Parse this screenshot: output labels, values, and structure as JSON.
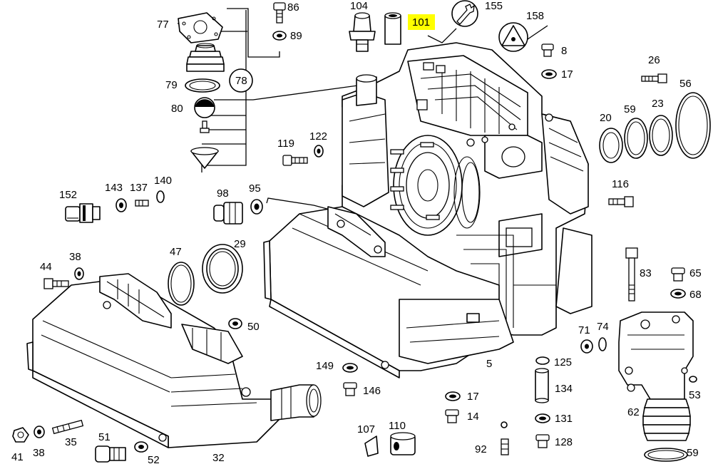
{
  "highlight_color": "#ffff00",
  "callouts": [
    {
      "id": "86",
      "label": "86"
    },
    {
      "id": "104",
      "label": "104"
    },
    {
      "id": "155",
      "label": "155"
    },
    {
      "id": "158",
      "label": "158"
    },
    {
      "id": "77",
      "label": "77"
    },
    {
      "id": "89",
      "label": "89"
    },
    {
      "id": "101",
      "label": "101",
      "highlighted": true
    },
    {
      "id": "8",
      "label": "8"
    },
    {
      "id": "17a",
      "label": "17"
    },
    {
      "id": "26",
      "label": "26"
    },
    {
      "id": "56",
      "label": "56"
    },
    {
      "id": "79",
      "label": "79"
    },
    {
      "id": "78",
      "label": "78",
      "circled": true
    },
    {
      "id": "80",
      "label": "80"
    },
    {
      "id": "20",
      "label": "20"
    },
    {
      "id": "59a",
      "label": "59"
    },
    {
      "id": "23",
      "label": "23"
    },
    {
      "id": "119",
      "label": "119"
    },
    {
      "id": "122",
      "label": "122"
    },
    {
      "id": "143",
      "label": "143"
    },
    {
      "id": "137",
      "label": "137"
    },
    {
      "id": "140",
      "label": "140"
    },
    {
      "id": "116",
      "label": "116"
    },
    {
      "id": "152",
      "label": "152"
    },
    {
      "id": "98",
      "label": "98"
    },
    {
      "id": "95",
      "label": "95"
    },
    {
      "id": "47",
      "label": "47"
    },
    {
      "id": "29",
      "label": "29"
    },
    {
      "id": "83",
      "label": "83"
    },
    {
      "id": "65",
      "label": "65"
    },
    {
      "id": "68",
      "label": "68"
    },
    {
      "id": "44",
      "label": "44"
    },
    {
      "id": "38a",
      "label": "38"
    },
    {
      "id": "50",
      "label": "50"
    },
    {
      "id": "71",
      "label": "71"
    },
    {
      "id": "74",
      "label": "74"
    },
    {
      "id": "5",
      "label": "5"
    },
    {
      "id": "149",
      "label": "149"
    },
    {
      "id": "146",
      "label": "146"
    },
    {
      "id": "125",
      "label": "125"
    },
    {
      "id": "134",
      "label": "134"
    },
    {
      "id": "53",
      "label": "53"
    },
    {
      "id": "17b",
      "label": "17"
    },
    {
      "id": "14",
      "label": "14"
    },
    {
      "id": "131",
      "label": "131"
    },
    {
      "id": "62",
      "label": "62"
    },
    {
      "id": "107",
      "label": "107"
    },
    {
      "id": "110",
      "label": "110"
    },
    {
      "id": "51",
      "label": "51"
    },
    {
      "id": "35",
      "label": "35"
    },
    {
      "id": "41",
      "label": "41"
    },
    {
      "id": "38b",
      "label": "38"
    },
    {
      "id": "52",
      "label": "52"
    },
    {
      "id": "32",
      "label": "32"
    },
    {
      "id": "92",
      "label": "92"
    },
    {
      "id": "128",
      "label": "128"
    },
    {
      "id": "59b",
      "label": "59"
    }
  ]
}
